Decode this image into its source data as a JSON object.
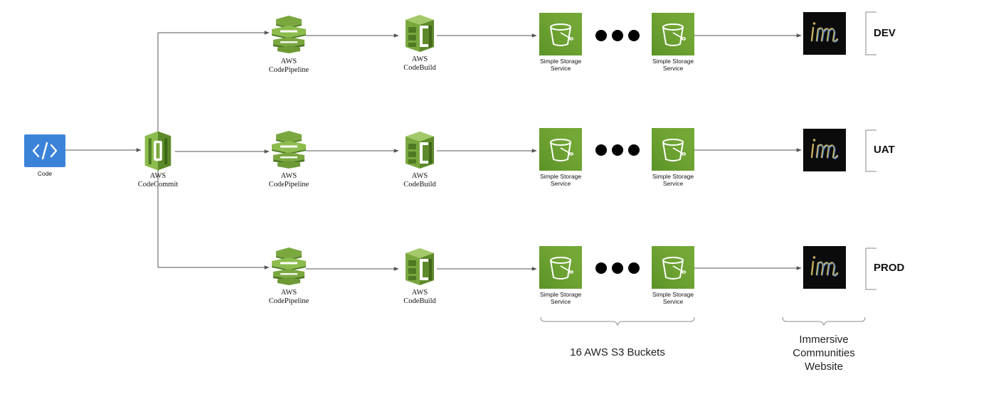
{
  "code": {
    "label": "Code",
    "icon": "code-icon",
    "color": "#3b83d9"
  },
  "codecommit": {
    "line1": "AWS",
    "line2": "CodeCommit",
    "icon": "aws-codecommit-icon"
  },
  "rows": [
    {
      "env": "DEV",
      "pipeline": {
        "line1": "AWS",
        "line2": "CodePipeline",
        "icon": "aws-codepipeline-icon"
      },
      "build": {
        "line1": "AWS",
        "line2": "CodeBuild",
        "icon": "aws-codebuild-icon"
      },
      "s3_first": {
        "line1": "Simple Storage",
        "line2": "Service",
        "icon": "s3-bucket-icon"
      },
      "s3_last": {
        "line1": "Simple Storage",
        "line2": "Service",
        "icon": "s3-bucket-icon"
      },
      "site": {
        "icon": "immersive-communities-logo-icon"
      }
    },
    {
      "env": "UAT",
      "pipeline": {
        "line1": "AWS",
        "line2": "CodePipeline",
        "icon": "aws-codepipeline-icon"
      },
      "build": {
        "line1": "AWS",
        "line2": "CodeBuild",
        "icon": "aws-codebuild-icon"
      },
      "s3_first": {
        "line1": "Simple Storage",
        "line2": "Service",
        "icon": "s3-bucket-icon"
      },
      "s3_last": {
        "line1": "Simple Storage",
        "line2": "Service",
        "icon": "s3-bucket-icon"
      },
      "site": {
        "icon": "immersive-communities-logo-icon"
      }
    },
    {
      "env": "PROD",
      "pipeline": {
        "line1": "AWS",
        "line2": "CodePipeline",
        "icon": "aws-codepipeline-icon"
      },
      "build": {
        "line1": "AWS",
        "line2": "CodeBuild",
        "icon": "aws-codebuild-icon"
      },
      "s3_first": {
        "line1": "Simple Storage",
        "line2": "Service",
        "icon": "s3-bucket-icon"
      },
      "s3_last": {
        "line1": "Simple Storage",
        "line2": "Service",
        "icon": "s3-bucket-icon"
      },
      "site": {
        "icon": "immersive-communities-logo-icon"
      }
    }
  ],
  "buckets_caption": "16 AWS S3 Buckets",
  "website_caption": [
    "Immersive",
    "Communities",
    "Website"
  ],
  "colors": {
    "aws_green": "#7aa83f",
    "aws_green_dark": "#4f7a23",
    "s3_green": "#6b9e2f",
    "site_bg": "#0b0b0b",
    "edge": "#555555"
  }
}
